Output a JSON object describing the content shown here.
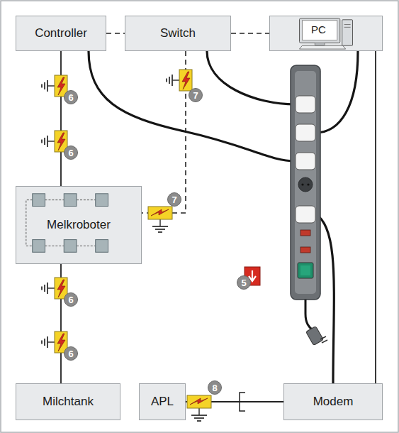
{
  "diagram": {
    "nodes": [
      {
        "text": [
          "Controller"
        ]
      },
      {
        "text": [
          "Switch"
        ]
      },
      {
        "text": [
          "PC"
        ]
      },
      {
        "text": [
          "Melkroboter"
        ]
      },
      {
        "text": [
          "Milchtank"
        ]
      },
      {
        "text": [
          "APL"
        ]
      },
      {
        "text": [
          "Modem"
        ]
      }
    ],
    "edges": [
      {
        "from": 0,
        "to": 1,
        "arrow": "none"
      },
      {
        "from": 1,
        "to": 2,
        "arrow": "none"
      },
      {
        "from": 0,
        "to": 3,
        "arrow": "none"
      },
      {
        "from": 1,
        "to": 3,
        "arrow": "none"
      },
      {
        "from": 3,
        "to": 4,
        "arrow": "none"
      },
      {
        "from": 5,
        "to": 6,
        "arrow": "none"
      },
      {
        "from": 2,
        "to": 6,
        "arrow": "none"
      }
    ],
    "labels": [
      "6",
      "7",
      "6",
      "7",
      "5",
      "6",
      "6",
      "8"
    ]
  }
}
